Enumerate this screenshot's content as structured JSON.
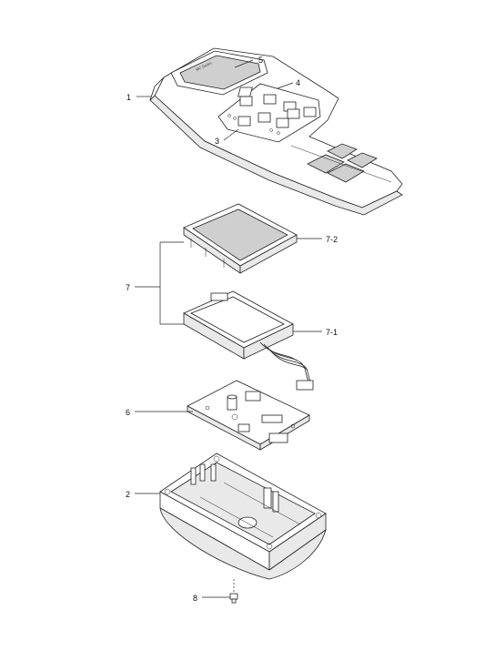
{
  "callouts": {
    "c1": "1",
    "c2": "2",
    "c3": "3",
    "c4": "4",
    "c5": "5",
    "c6": "6",
    "c7": "7",
    "c7_1": "7-1",
    "c7_2": "7-2",
    "c8": "8"
  },
  "panel_logo": "MC Series"
}
